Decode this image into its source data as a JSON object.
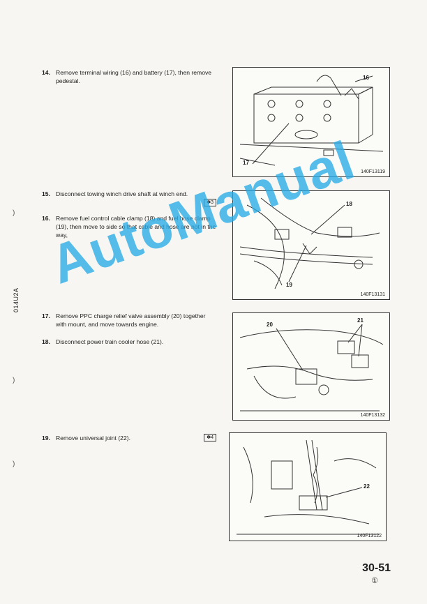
{
  "steps": [
    {
      "num": "14.",
      "text": "Remove terminal wiring (16) and battery (17), then remove pedestal.",
      "ref": ""
    },
    {
      "num": "15.",
      "text": "Disconnect towing winch drive shaft at winch end.",
      "ref": "✽3"
    },
    {
      "num": "16.",
      "text": "Remove fuel control cable clamp (18) and fuel hose clamp (19), then move to side so that cable and hose are not in the way,",
      "ref": ""
    },
    {
      "num": "17.",
      "text": "Remove PPC charge relief valve assembly (20) together with mount, and move towards engine.",
      "ref": ""
    },
    {
      "num": "18.",
      "text": "Disconnect power train cooler hose (21).",
      "ref": ""
    },
    {
      "num": "19.",
      "text": "Remove universal joint (22).",
      "ref": "✽4"
    }
  ],
  "figures": [
    {
      "code": "140F13119",
      "callouts": [
        "16",
        "17"
      ]
    },
    {
      "code": "140F13131",
      "callouts": [
        "18",
        "19"
      ]
    },
    {
      "code": "140F13132",
      "callouts": [
        "20",
        "21"
      ]
    },
    {
      "code": "140F13122",
      "callouts": [
        "22"
      ]
    }
  ],
  "side_code": "014U2A",
  "watermark": "AutoManual",
  "page_number": "30-51",
  "revision_mark": "①"
}
